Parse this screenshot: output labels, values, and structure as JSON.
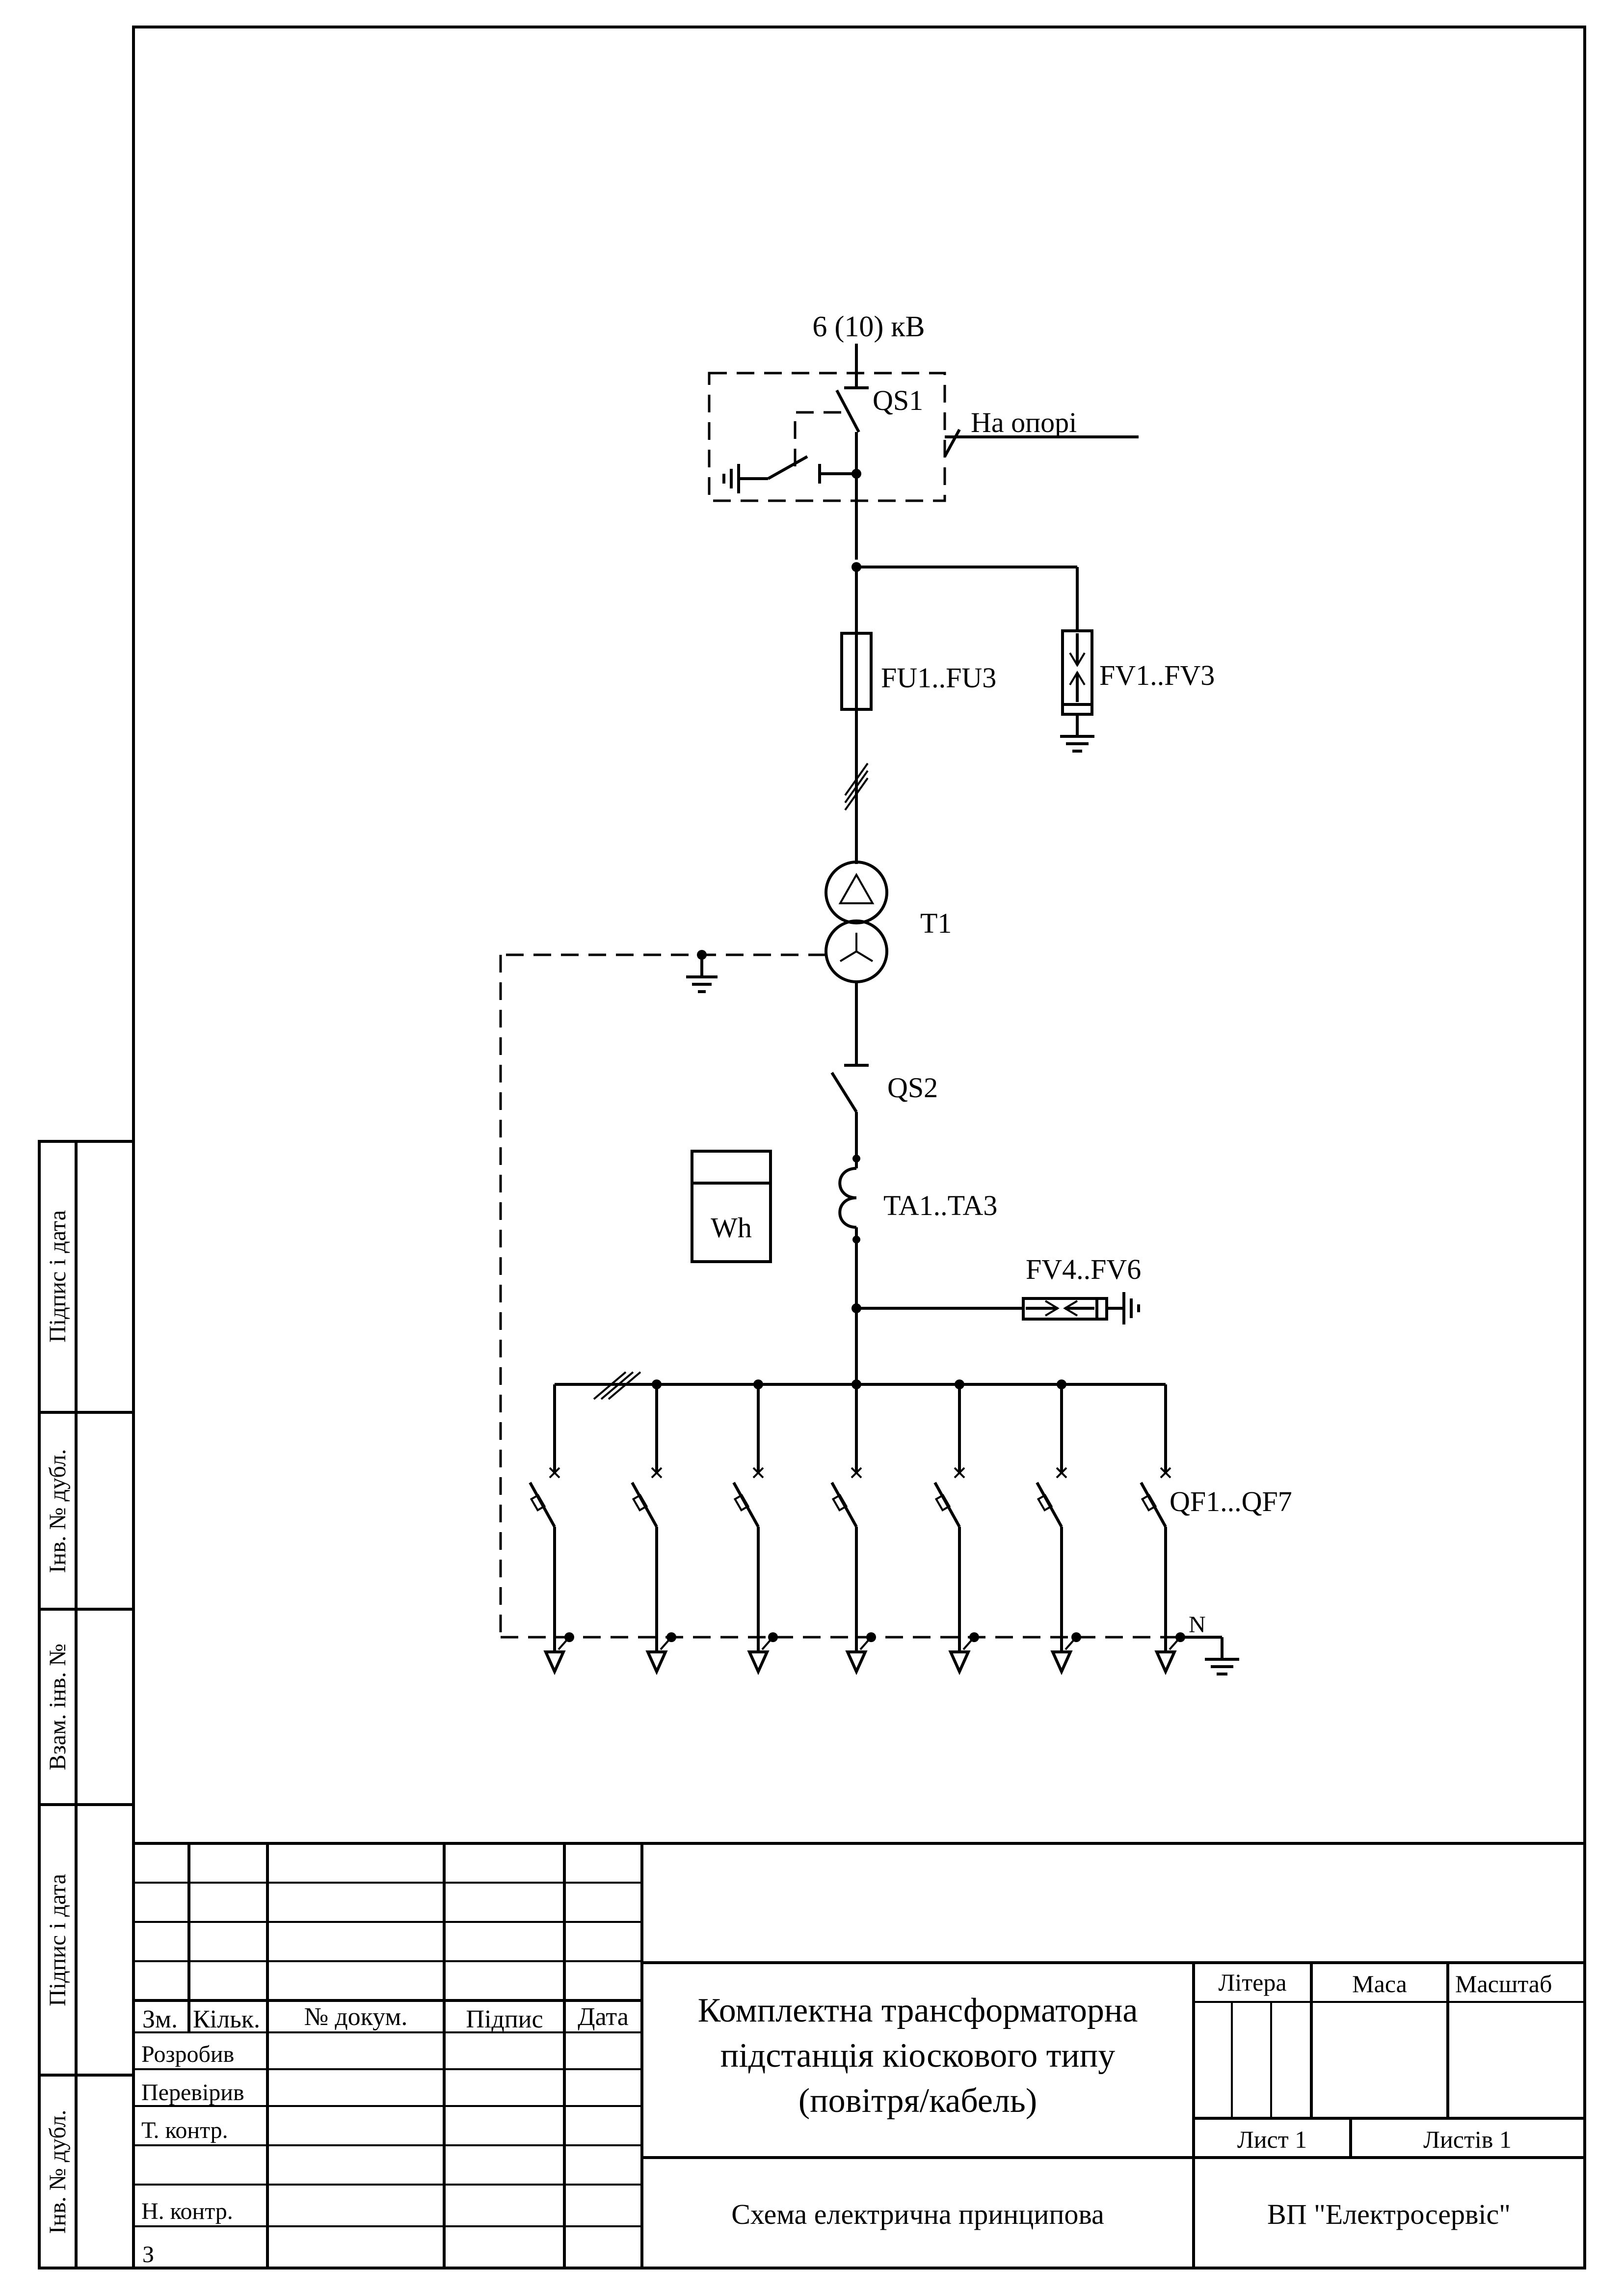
{
  "diagram": {
    "supply_label": "6 (10) кВ",
    "qs1_label": "QS1",
    "pole_label": "На опорі",
    "fuse_label": "FU1..FU3",
    "arrester_hv_label": "FV1..FV3",
    "transformer_label": "T1",
    "qs2_label": "QS2",
    "meter_label": "Wh",
    "ct_label": "TA1..TA3",
    "arrester_lv_label": "FV4..FV6",
    "breakers_label": "QF1...QF7",
    "neutral_label": "N"
  },
  "side_strip": {
    "labels": [
      "Підпис і дата",
      "Інв. № дубл.",
      "Взам. інв. №",
      "Підпис і дата",
      "Інв. № дубл."
    ]
  },
  "title_block": {
    "columns": [
      "Зм.",
      "Кільк.",
      "№ докум.",
      "Підпис",
      "Дата"
    ],
    "roles": [
      "Розробив",
      "Перевірив",
      "Т. контр.",
      "Н. контр."
    ],
    "truncated_role": "З",
    "title_lines": [
      "Комплектна трансформаторна",
      "підстанція кіоскового типу",
      "(повітря/кабель)"
    ],
    "litera": "Літера",
    "masa": "Маса",
    "masshtab": "Масштаб",
    "sheet": "Лист 1",
    "sheets": "Листів 1",
    "doc_type": "Схема електрична принципова",
    "organization": "ВП \"Електросервіс\""
  }
}
